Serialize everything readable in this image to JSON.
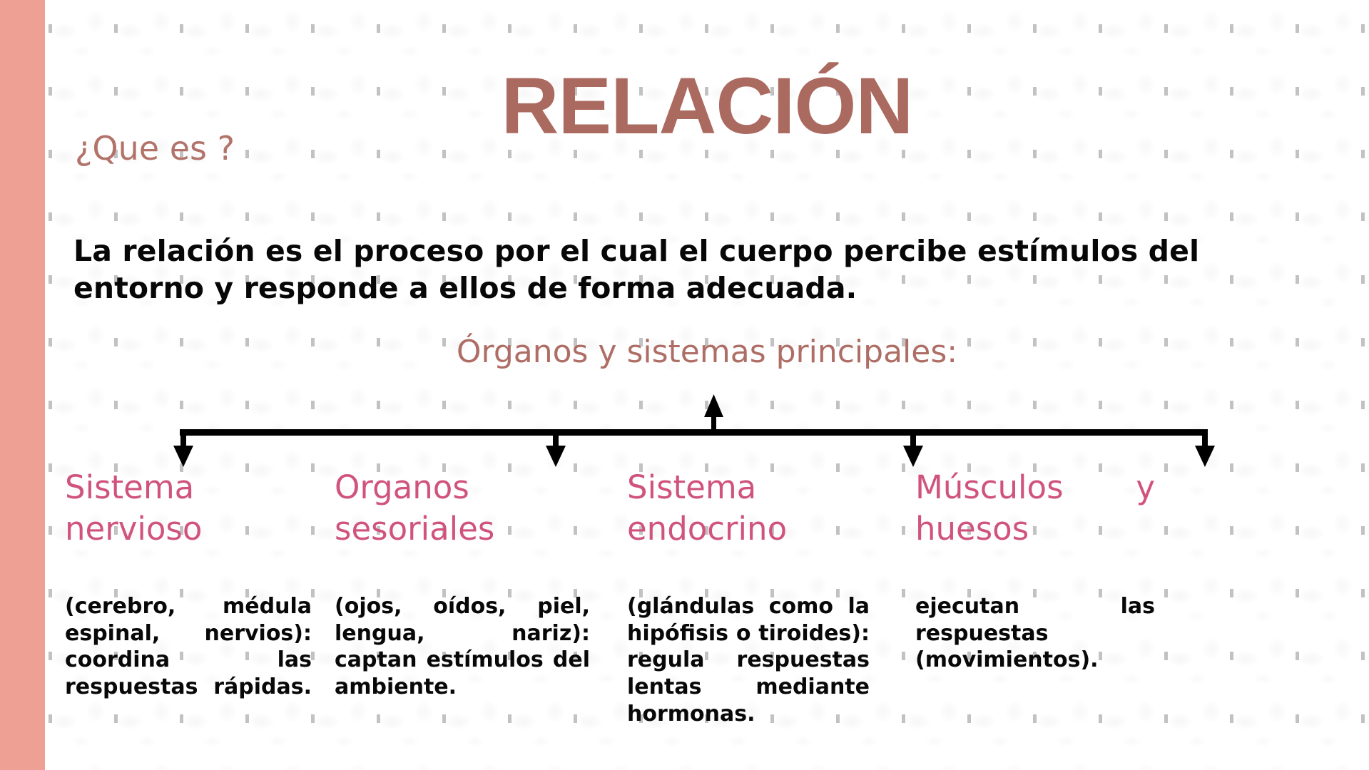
{
  "slide": {
    "title": "RELACIÓN",
    "accent_bar_color": "#eda093",
    "title_color": "#ab6a60",
    "heading_color": "#d0537e",
    "body_color": "#080808",
    "background_color": "#ffffff"
  },
  "section_what_is": {
    "label": "¿Que es ?",
    "paragraph": "La relación es el proceso por el cual el cuerpo percibe estímulos del entorno y responde a ellos de forma adecuada."
  },
  "organs_section": {
    "heading": "Órganos y sistemas principales:",
    "columns": [
      {
        "title": "Sistema nervioso",
        "description": "(cerebro, médula espinal, nervios): coordina las respuestas rápidas."
      },
      {
        "title": "Organos sesoriales",
        "description": "(ojos, oídos, piel, lengua, nariz): captan estímulos del ambiente."
      },
      {
        "title": "Sistema endocrino",
        "description": "(glándulas como la hipófisis o tiroides): regula respuestas lentas mediante hormonas."
      },
      {
        "title": "Músculos y huesos",
        "description": "ejecutan las respuestas (movimientos)."
      }
    ]
  },
  "diagram": {
    "line_color": "#000000",
    "up_arrow_label": "arrow-up",
    "down_arrow_labels": [
      "arrow-down-1",
      "arrow-down-2",
      "arrow-down-3",
      "arrow-down-4"
    ]
  }
}
